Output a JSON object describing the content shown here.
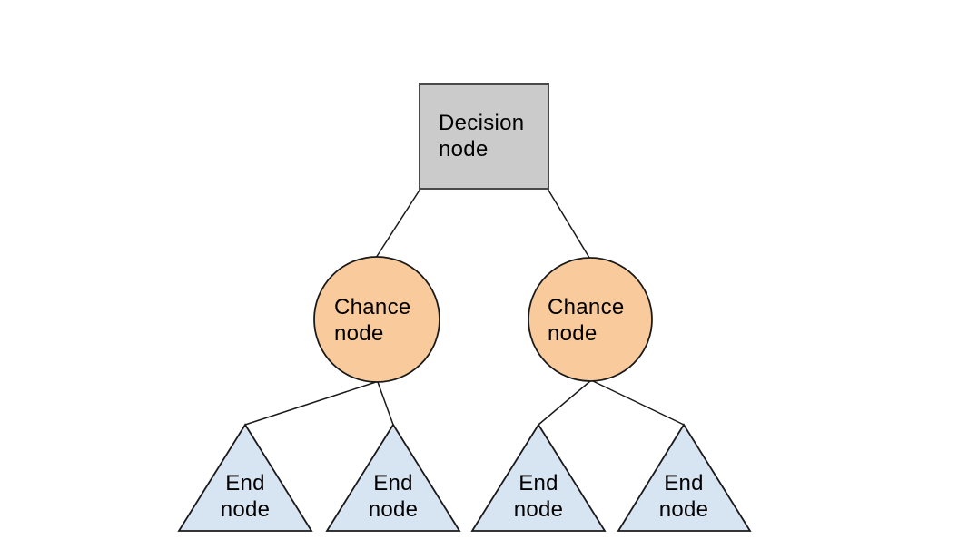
{
  "diagram": {
    "type": "decision-tree",
    "background_color": "#ffffff",
    "edge_color": "#1a1a1a",
    "text_color": "#000000",
    "nodes": [
      {
        "id": "decision-node",
        "shape": "square",
        "line1": "Decision",
        "line2": "node",
        "fill": "#cbcbcb",
        "stroke": "#4a4a4a"
      },
      {
        "id": "chance-node-left",
        "shape": "circle",
        "line1": "Chance",
        "line2": "node",
        "fill": "#f9cb9c",
        "stroke": "#1a1a1a"
      },
      {
        "id": "chance-node-right",
        "shape": "circle",
        "line1": "Chance",
        "line2": "node",
        "fill": "#f9cb9c",
        "stroke": "#1a1a1a"
      },
      {
        "id": "end-node-1",
        "shape": "triangle",
        "line1": "End",
        "line2": "node",
        "fill": "#d7e4f2",
        "stroke": "#1a1a1a"
      },
      {
        "id": "end-node-2",
        "shape": "triangle",
        "line1": "End",
        "line2": "node",
        "fill": "#d7e4f2",
        "stroke": "#1a1a1a"
      },
      {
        "id": "end-node-3",
        "shape": "triangle",
        "line1": "End",
        "line2": "node",
        "fill": "#d7e4f2",
        "stroke": "#1a1a1a"
      },
      {
        "id": "end-node-4",
        "shape": "triangle",
        "line1": "End",
        "line2": "node",
        "fill": "#d7e4f2",
        "stroke": "#1a1a1a"
      }
    ],
    "edges": [
      {
        "from": "decision-node",
        "to": "chance-node-left"
      },
      {
        "from": "decision-node",
        "to": "chance-node-right"
      },
      {
        "from": "chance-node-left",
        "to": "end-node-1"
      },
      {
        "from": "chance-node-left",
        "to": "end-node-2"
      },
      {
        "from": "chance-node-right",
        "to": "end-node-3"
      },
      {
        "from": "chance-node-right",
        "to": "end-node-4"
      }
    ]
  }
}
